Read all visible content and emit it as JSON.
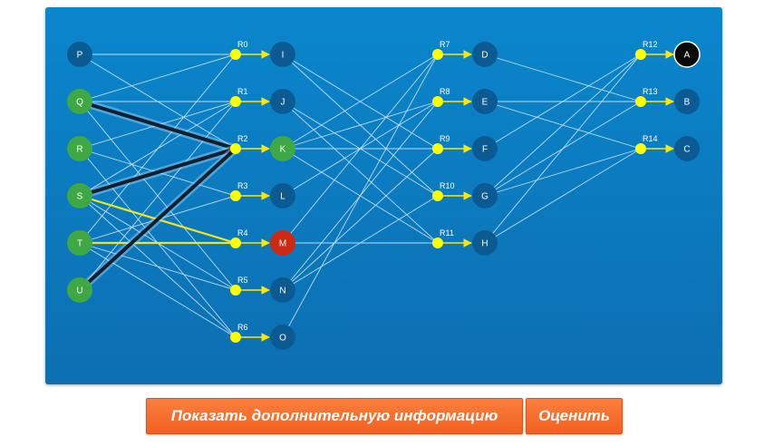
{
  "graph": {
    "nodes": [
      {
        "id": "P",
        "label": "P",
        "type": "source",
        "state": "default"
      },
      {
        "id": "Q",
        "label": "Q",
        "type": "source",
        "state": "active"
      },
      {
        "id": "R",
        "label": "R",
        "type": "source",
        "state": "active"
      },
      {
        "id": "S",
        "label": "S",
        "type": "source",
        "state": "active"
      },
      {
        "id": "T",
        "label": "T",
        "type": "source",
        "state": "active"
      },
      {
        "id": "U",
        "label": "U",
        "type": "source",
        "state": "active"
      },
      {
        "id": "R0",
        "label": "R0",
        "type": "rule"
      },
      {
        "id": "R1",
        "label": "R1",
        "type": "rule"
      },
      {
        "id": "R2",
        "label": "R2",
        "type": "rule"
      },
      {
        "id": "R3",
        "label": "R3",
        "type": "rule"
      },
      {
        "id": "R4",
        "label": "R4",
        "type": "rule"
      },
      {
        "id": "R5",
        "label": "R5",
        "type": "rule"
      },
      {
        "id": "R6",
        "label": "R6",
        "type": "rule"
      },
      {
        "id": "I",
        "label": "I",
        "type": "fact",
        "state": "default"
      },
      {
        "id": "J",
        "label": "J",
        "type": "fact",
        "state": "default"
      },
      {
        "id": "K",
        "label": "K",
        "type": "fact",
        "state": "active"
      },
      {
        "id": "L",
        "label": "L",
        "type": "fact",
        "state": "default"
      },
      {
        "id": "M",
        "label": "M",
        "type": "fact",
        "state": "error"
      },
      {
        "id": "N",
        "label": "N",
        "type": "fact",
        "state": "default"
      },
      {
        "id": "O",
        "label": "O",
        "type": "fact",
        "state": "default"
      },
      {
        "id": "R7",
        "label": "R7",
        "type": "rule"
      },
      {
        "id": "R8",
        "label": "R8",
        "type": "rule"
      },
      {
        "id": "R9",
        "label": "R9",
        "type": "rule"
      },
      {
        "id": "R10",
        "label": "R10",
        "type": "rule"
      },
      {
        "id": "R11",
        "label": "R11",
        "type": "rule"
      },
      {
        "id": "D",
        "label": "D",
        "type": "fact",
        "state": "default"
      },
      {
        "id": "E",
        "label": "E",
        "type": "fact",
        "state": "default"
      },
      {
        "id": "F",
        "label": "F",
        "type": "fact",
        "state": "default"
      },
      {
        "id": "G",
        "label": "G",
        "type": "fact",
        "state": "default"
      },
      {
        "id": "H",
        "label": "H",
        "type": "fact",
        "state": "default"
      },
      {
        "id": "R12",
        "label": "R12",
        "type": "rule"
      },
      {
        "id": "R13",
        "label": "R13",
        "type": "rule"
      },
      {
        "id": "R14",
        "label": "R14",
        "type": "rule"
      },
      {
        "id": "A",
        "label": "A",
        "type": "fact",
        "state": "goal"
      },
      {
        "id": "B",
        "label": "B",
        "type": "fact",
        "state": "default"
      },
      {
        "id": "C",
        "label": "C",
        "type": "fact",
        "state": "default"
      }
    ],
    "edges": [
      {
        "from": "P",
        "to": "R0",
        "style": "thin"
      },
      {
        "from": "P",
        "to": "R2",
        "style": "thin"
      },
      {
        "from": "Q",
        "to": "R0",
        "style": "thin"
      },
      {
        "from": "Q",
        "to": "R1",
        "style": "thin"
      },
      {
        "from": "Q",
        "to": "R5",
        "style": "thin"
      },
      {
        "from": "R",
        "to": "R1",
        "style": "thin"
      },
      {
        "from": "R",
        "to": "R3",
        "style": "thin"
      },
      {
        "from": "R",
        "to": "R6",
        "style": "thin"
      },
      {
        "from": "S",
        "to": "R1",
        "style": "thin"
      },
      {
        "from": "S",
        "to": "R5",
        "style": "thin"
      },
      {
        "from": "S",
        "to": "R6",
        "style": "thin"
      },
      {
        "from": "T",
        "to": "R0",
        "style": "thin"
      },
      {
        "from": "T",
        "to": "R3",
        "style": "thin"
      },
      {
        "from": "T",
        "to": "R5",
        "style": "thin"
      },
      {
        "from": "T",
        "to": "R6",
        "style": "thin"
      },
      {
        "from": "U",
        "to": "R1",
        "style": "thin"
      },
      {
        "from": "Q",
        "to": "R2",
        "style": "bold"
      },
      {
        "from": "S",
        "to": "R2",
        "style": "bold"
      },
      {
        "from": "U",
        "to": "R2",
        "style": "bold"
      },
      {
        "from": "S",
        "to": "R4",
        "style": "highlight"
      },
      {
        "from": "T",
        "to": "R4",
        "style": "highlight"
      },
      {
        "from": "R0",
        "to": "I",
        "style": "arrow"
      },
      {
        "from": "R1",
        "to": "J",
        "style": "arrow"
      },
      {
        "from": "R2",
        "to": "K",
        "style": "arrow"
      },
      {
        "from": "R3",
        "to": "L",
        "style": "arrow"
      },
      {
        "from": "R4",
        "to": "M",
        "style": "arrow"
      },
      {
        "from": "R5",
        "to": "N",
        "style": "arrow"
      },
      {
        "from": "R6",
        "to": "O",
        "style": "arrow"
      },
      {
        "from": "I",
        "to": "R9",
        "style": "thin"
      },
      {
        "from": "I",
        "to": "R10",
        "style": "thin"
      },
      {
        "from": "J",
        "to": "R10",
        "style": "thin"
      },
      {
        "from": "J",
        "to": "R11",
        "style": "thin"
      },
      {
        "from": "K",
        "to": "R7",
        "style": "thin"
      },
      {
        "from": "K",
        "to": "R8",
        "style": "thin"
      },
      {
        "from": "K",
        "to": "R9",
        "style": "thin"
      },
      {
        "from": "K",
        "to": "R11",
        "style": "thin"
      },
      {
        "from": "L",
        "to": "R8",
        "style": "thin"
      },
      {
        "from": "M",
        "to": "R7",
        "style": "thin"
      },
      {
        "from": "M",
        "to": "R11",
        "style": "thin"
      },
      {
        "from": "N",
        "to": "R8",
        "style": "thin"
      },
      {
        "from": "N",
        "to": "R9",
        "style": "thin"
      },
      {
        "from": "N",
        "to": "R10",
        "style": "thin"
      },
      {
        "from": "O",
        "to": "R7",
        "style": "thin"
      },
      {
        "from": "R7",
        "to": "D",
        "style": "arrow"
      },
      {
        "from": "R8",
        "to": "E",
        "style": "arrow"
      },
      {
        "from": "R9",
        "to": "F",
        "style": "arrow"
      },
      {
        "from": "R10",
        "to": "G",
        "style": "arrow"
      },
      {
        "from": "R11",
        "to": "H",
        "style": "arrow"
      },
      {
        "from": "D",
        "to": "R13",
        "style": "thin"
      },
      {
        "from": "E",
        "to": "R13",
        "style": "thin"
      },
      {
        "from": "E",
        "to": "R14",
        "style": "thin"
      },
      {
        "from": "F",
        "to": "R12",
        "style": "thin"
      },
      {
        "from": "G",
        "to": "R12",
        "style": "thin"
      },
      {
        "from": "G",
        "to": "R13",
        "style": "thin"
      },
      {
        "from": "G",
        "to": "R14",
        "style": "thin"
      },
      {
        "from": "H",
        "to": "R12",
        "style": "thin"
      },
      {
        "from": "H",
        "to": "R14",
        "style": "thin"
      },
      {
        "from": "R12",
        "to": "A",
        "style": "arrow"
      },
      {
        "from": "R13",
        "to": "B",
        "style": "arrow"
      },
      {
        "from": "R14",
        "to": "C",
        "style": "arrow"
      }
    ]
  },
  "colors": {
    "default_node": "#0c5a92",
    "active_node": "#3fa845",
    "error_node": "#cc2a14",
    "goal_node": "#0a0a0a",
    "rule_dot": "#ffff00",
    "thin_line": "#cfe6f7",
    "highlight_line": "#f2e51c",
    "bold_line": "#0f1f2c",
    "arrow": "#ffe600"
  },
  "buttons": {
    "info_label": "Показать дополнительную информацию",
    "rate_label": "Оценить"
  }
}
